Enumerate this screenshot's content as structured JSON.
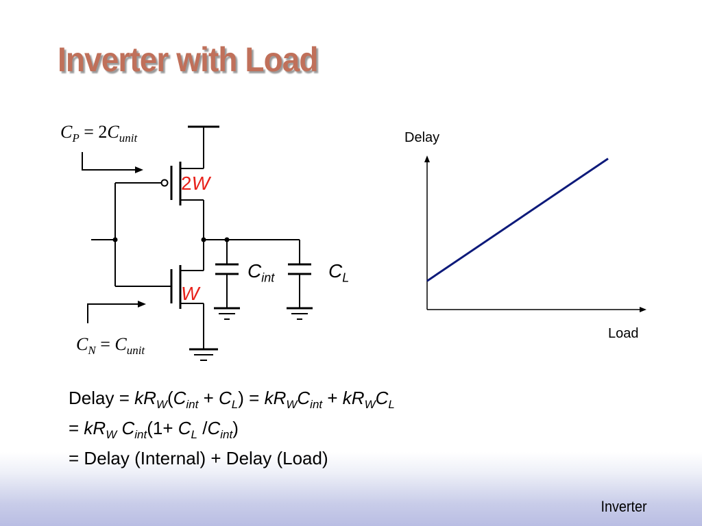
{
  "slide": {
    "title": "Inverter with Load",
    "footer": "Inverter"
  },
  "circuit": {
    "cp_label": {
      "sym": "C",
      "sub": "P",
      "rhs_coef": "= 2",
      "rhs_sym": "C",
      "rhs_sub": "unit"
    },
    "cn_label": {
      "sym": "C",
      "sub": "N",
      "rhs_coef": "= ",
      "rhs_sym": "C",
      "rhs_sub": "unit"
    },
    "pmos_width": {
      "num": "2",
      "var": "W"
    },
    "nmos_width": "W",
    "cint_label": {
      "sym": "C",
      "sub": "int"
    },
    "cl_label": {
      "sym": "C",
      "sub": "L"
    },
    "accent_color": "#e8211a"
  },
  "chart_data": {
    "type": "line",
    "title": "",
    "ylabel": "Delay",
    "xlabel": "Load",
    "series": [
      {
        "x": [
          0,
          1
        ],
        "y": [
          0.18,
          0.95
        ],
        "color": "#0d1a7a"
      }
    ],
    "xlim": [
      0,
      1
    ],
    "ylim": [
      0,
      1
    ],
    "ticks": "none",
    "grid": false
  },
  "equations": {
    "line1": {
      "delay": "Delay",
      "eq1": " = ",
      "k1": "kR",
      "k1sub": "W",
      "lparen": "(",
      "c1": "C",
      "c1sub": "int",
      "plus1": " + ",
      "c2": "C",
      "c2sub": "L",
      "rparen_eq": ") = ",
      "k2": "kR",
      "k2sub": "W",
      "c3": "C",
      "c3sub": "int",
      "plus2": " + ",
      "k3": "kR",
      "k3sub": "W",
      "c4": "C",
      "c4sub": "L"
    },
    "line2": {
      "eq": "= ",
      "k": "kR",
      "ksub": "W",
      "c1": " C",
      "c1sub": "int",
      "open": "(1+ ",
      "c2": "C",
      "c2sub": "L",
      "slash": " /",
      "c3": "C",
      "c3sub": "int",
      "close": ")"
    },
    "line3": {
      "eq": "= ",
      "text": "Delay (Internal) + Delay (Load)"
    }
  }
}
